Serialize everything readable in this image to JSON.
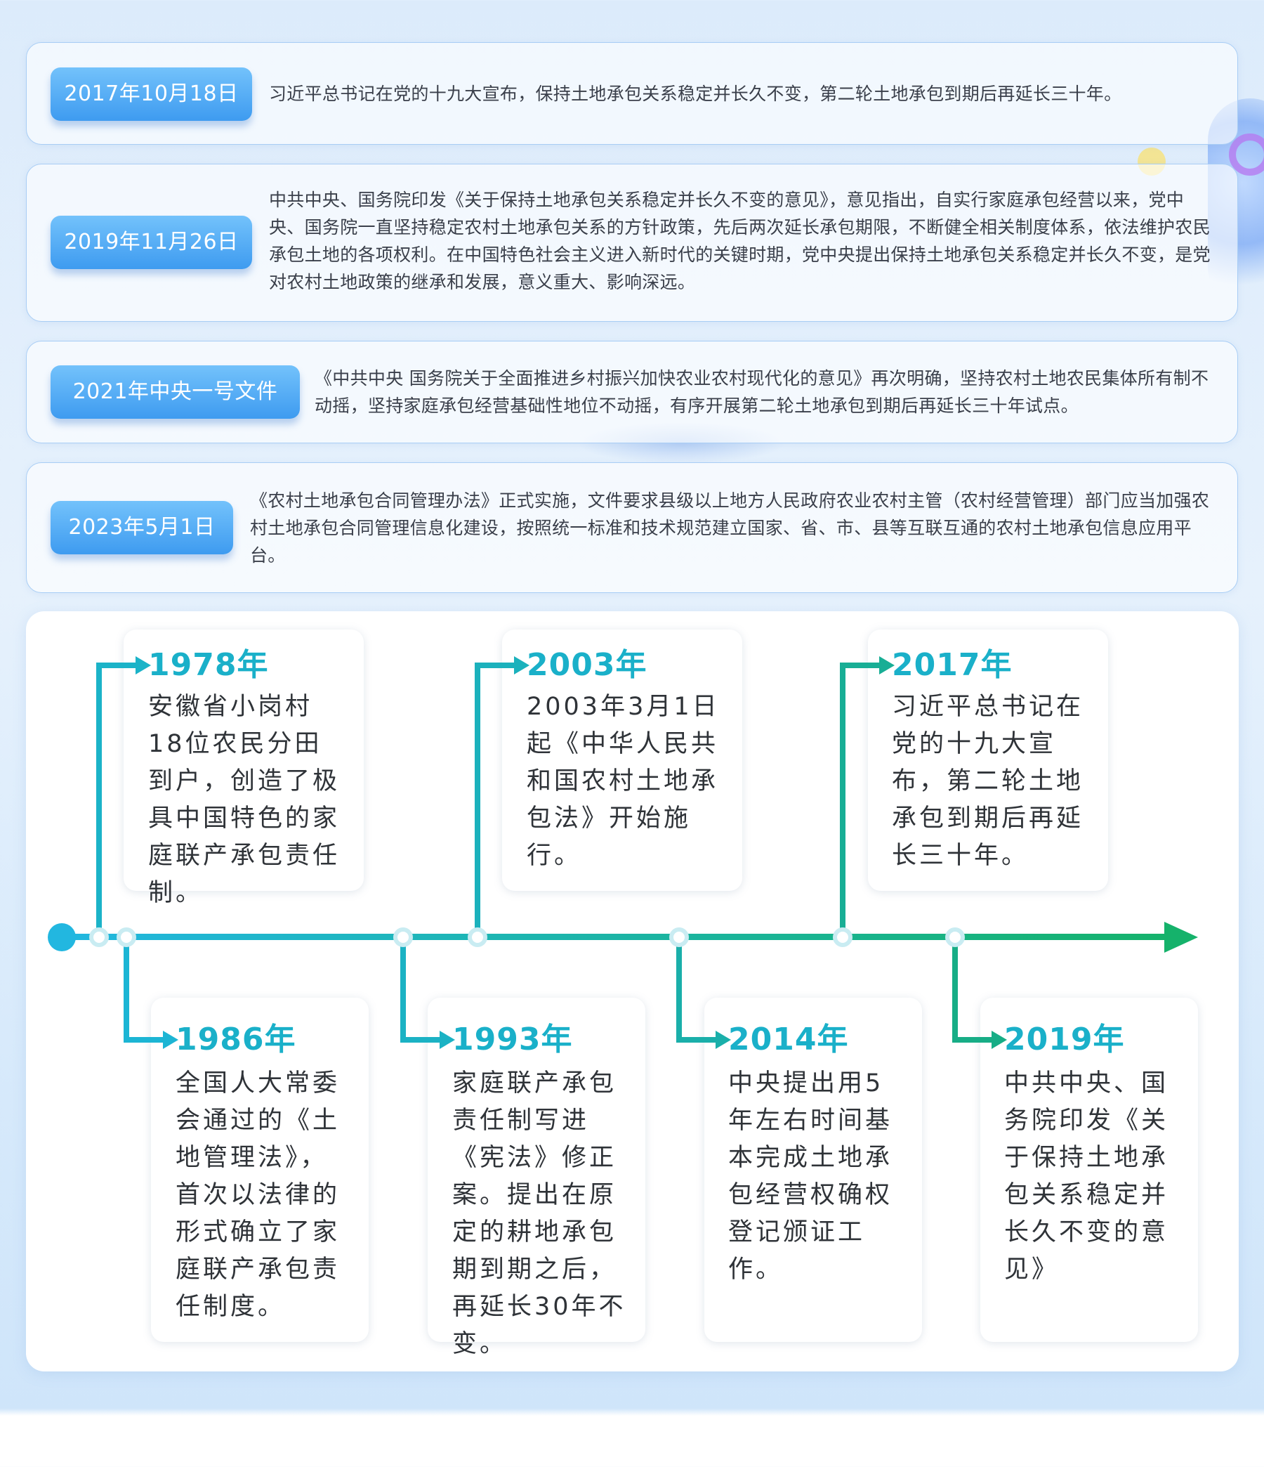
{
  "events": [
    {
      "date": "2017年10月18日",
      "text": "习近平总书记在党的十九大宣布，保持土地承包关系稳定并长久不变，第二轮土地承包到期后再延长三十年。"
    },
    {
      "date": "2019年11月26日",
      "text": "中共中央、国务院印发《关于保持土地承包关系稳定并长久不变的意见》，意见指出，自实行家庭承包经营以来，党中央、国务院一直坚持稳定农村土地承包关系的方针政策，先后两次延长承包期限，不断健全相关制度体系，依法维护农民承包土地的各项权利。在中国特色社会主义进入新时代的关键时期，党中央提出保持土地承包关系稳定并长久不变，是党对农村土地政策的继承和发展，意义重大、影响深远。"
    },
    {
      "date": "2021年中央一号文件",
      "text": "《中共中央 国务院关于全面推进乡村振兴加快农业农村现代化的意见》再次明确，坚持农村土地农民集体所有制不动摇，坚持家庭承包经营基础性地位不动摇，有序开展第二轮土地承包到期后再延长三十年试点。"
    },
    {
      "date": "2023年5月1日",
      "text": "《农村土地承包合同管理办法》正式实施，文件要求县级以上地方人民政府农业农村主管（农村经营管理）部门应当加强农村土地承包合同管理信息化建设，按照统一标准和技术规范建立国家、省、市、县等互联互通的农村土地承包信息应用平台。"
    }
  ],
  "timeline": {
    "colors": {
      "line_start": "#22b7e0",
      "line_end": "#15b26b",
      "year": "#1ab0c9"
    },
    "above": [
      {
        "year": "1978年",
        "text": "安徽省小岗村18位农民分田到户，创造了极具中国特色的家庭联产承包责任制。"
      },
      {
        "year": "2003年",
        "text": "2003年3月1日起《中华人民共和国农村土地承包法》开始施行。"
      },
      {
        "year": "2017年",
        "text": "习近平总书记在党的十九大宣布，第二轮土地承包到期后再延长三十年。"
      }
    ],
    "below": [
      {
        "year": "1986年",
        "text": "全国人大常委会通过的《土地管理法》，首次以法律的形式确立了家庭联产承包责任制度。"
      },
      {
        "year": "1993年",
        "text": "家庭联产承包责任制写进《宪法》修正案。提出在原定的耕地承包期到期之后，再延长30年不变。"
      },
      {
        "year": "2014年",
        "text": "中央提出用5年左右时间基本完成土地承包经营权确权登记颁证工作。"
      },
      {
        "year": "2019年",
        "text": "中共中央、国务院印发《关于保持土地承包关系稳定并长久不变的意见》"
      }
    ]
  }
}
